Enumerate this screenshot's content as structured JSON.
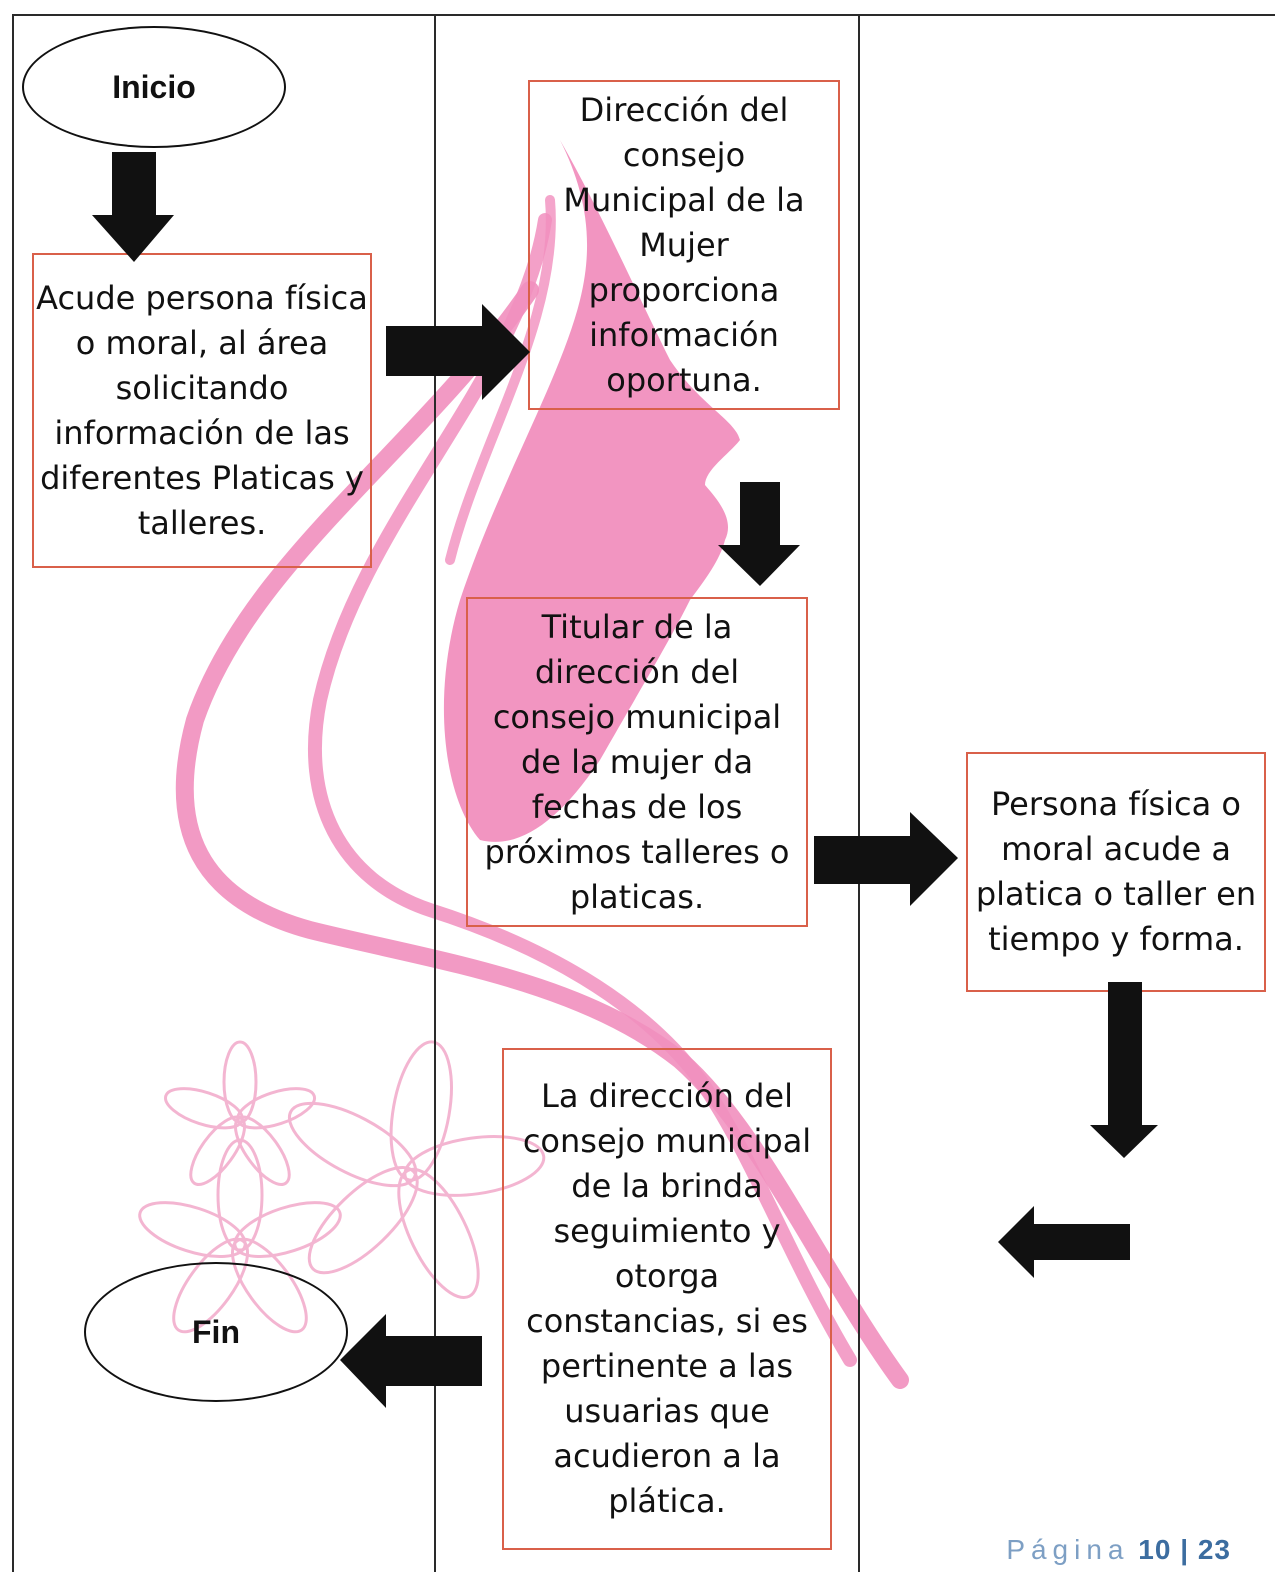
{
  "colors": {
    "box_border": "#d9604a",
    "decoration_pink": "#f18fbe",
    "arrow": "#111111",
    "footer_label": "#7d9fc4",
    "footer_number": "#3c6da0"
  },
  "flow": {
    "start": "Inicio",
    "end": "Fin",
    "steps": [
      {
        "id": "s1",
        "text": "Acude persona física o moral, al área solicitando información de las diferentes Platicas y talleres."
      },
      {
        "id": "s2",
        "text": "Dirección del consejo Municipal de la Mujer proporciona información oportuna."
      },
      {
        "id": "s3",
        "text": "Titular de la dirección del consejo municipal de la mujer da fechas de los próximos talleres o platicas."
      },
      {
        "id": "s4",
        "text": "Persona física o moral acude a platica o taller en tiempo y forma."
      },
      {
        "id": "s5",
        "text": "La dirección del consejo municipal de la brinda seguimiento y otorga constancias, si es pertinente a las usuarias que acudieron a la plática."
      }
    ]
  },
  "footer": {
    "label": "Página",
    "current": "10",
    "separator": "|",
    "total": "23"
  }
}
